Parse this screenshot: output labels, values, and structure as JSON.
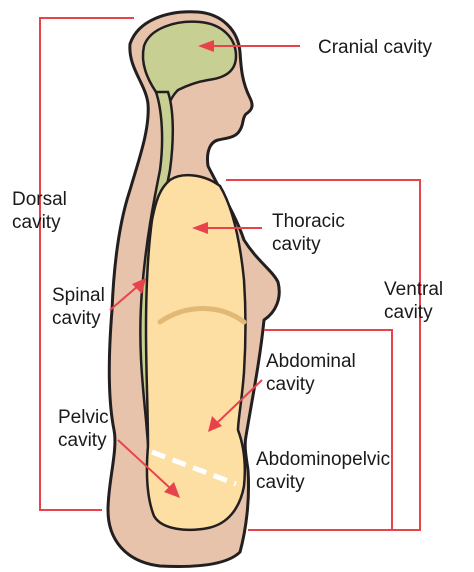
{
  "colors": {
    "skin": "#e6c3aa",
    "cavity": "#fddfa4",
    "nervous": "#c7cf93",
    "outline": "#231f20",
    "pointer": "#e8434b",
    "diaphragm": "#e2b875",
    "pelvic_divider": "#ffffff"
  },
  "labels": {
    "cranial": [
      "Cranial cavity"
    ],
    "dorsal": [
      "Dorsal",
      "cavity"
    ],
    "thoracic": [
      "Thoracic",
      "cavity"
    ],
    "ventral": [
      "Ventral",
      "cavity"
    ],
    "spinal": [
      "Spinal",
      "cavity"
    ],
    "abdominal": [
      "Abdominal",
      "cavity"
    ],
    "pelvic": [
      "Pelvic",
      "cavity"
    ],
    "abdominopelvic": [
      "Abdominopelvic",
      "cavity"
    ]
  }
}
